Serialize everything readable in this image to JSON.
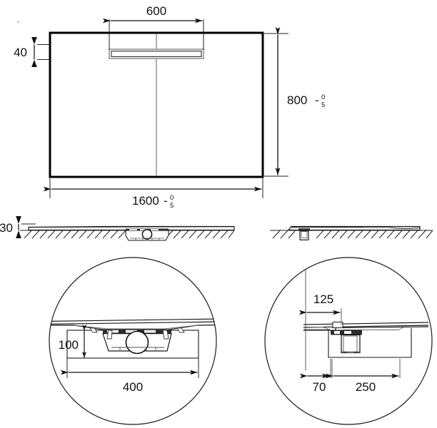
{
  "drawing": {
    "type": "technical-dimensional-drawing",
    "subject": "shower tray with linear drain channel",
    "units": "mm",
    "views": [
      {
        "id": "top-view",
        "name": "Top view"
      },
      {
        "id": "section-view-front",
        "name": "Front section view"
      },
      {
        "id": "section-view-side",
        "name": "Side section view"
      },
      {
        "id": "detail-left",
        "name": "Detail circle left"
      },
      {
        "id": "detail-right",
        "name": "Detail circle right"
      }
    ]
  },
  "top_view": {
    "dim_channel_width": {
      "value": "600",
      "label": "600"
    },
    "dim_channel_offset": {
      "value": "40",
      "label": "40"
    },
    "dim_length": {
      "value": "1600",
      "tol_upper": "0",
      "tol_lower": "5",
      "sign": "-"
    },
    "dim_width": {
      "value": "800",
      "tol_upper": "0",
      "tol_lower": "5",
      "sign": "-"
    }
  },
  "section_front": {
    "dim_height": {
      "value": "30",
      "label": "30"
    }
  },
  "detail_left": {
    "dim_depth": {
      "value": "100",
      "label": "100"
    },
    "dim_width": {
      "value": "400",
      "label": "400"
    }
  },
  "detail_right": {
    "dim_edge_offset": {
      "value": "125",
      "label": "125"
    },
    "dim_left_margin": {
      "value": "70",
      "label": "70"
    },
    "dim_body_width": {
      "value": "250",
      "label": "250"
    }
  },
  "colors": {
    "line": "#111111",
    "thin_line": "#3a3a3a",
    "outline_heavy": "#000000",
    "background": "#ffffff",
    "gray_detail": "#888888"
  }
}
